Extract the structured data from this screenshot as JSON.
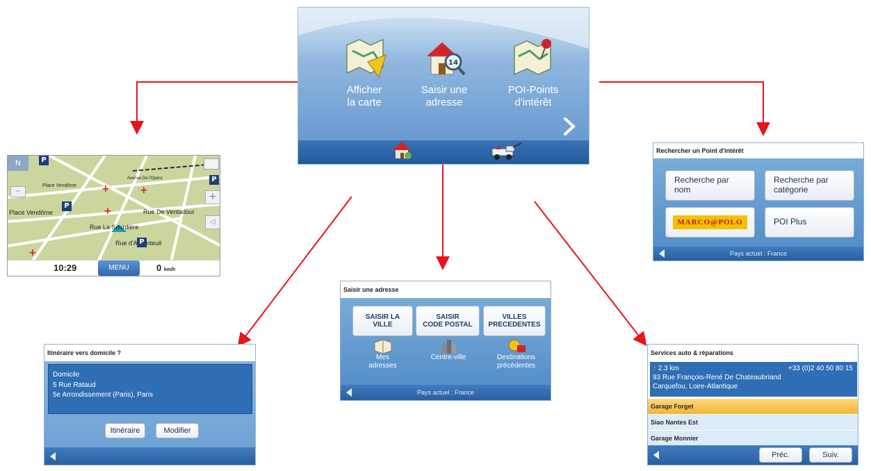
{
  "main_menu": {
    "items": [
      {
        "label_line1": "Afficher",
        "label_line2": "la carte",
        "icon": "map-flag-icon"
      },
      {
        "label_line1": "Saisir une",
        "label_line2": "adresse",
        "icon": "house-search-icon"
      },
      {
        "label_line1": "POI-Points",
        "label_line2": "d'intérêt",
        "icon": "map-pin-icon"
      }
    ],
    "bottom_icons": [
      "home-icon",
      "tow-truck-icon"
    ],
    "next_icon": "chevron-right-icon"
  },
  "map_view": {
    "compass": "N",
    "streets": [
      "Place Vendôme",
      "Place Vendôme",
      "Rue De Ventadour",
      "Rue La Sourdière",
      "Rue d'Argenteuil",
      "Avenue De l'Opéra"
    ],
    "time": "10:29",
    "menu_label": "MENU",
    "speed_value": "0",
    "speed_unit": "km/h"
  },
  "poi_search": {
    "title": "Rechercher un Point d'intérêt",
    "buttons": [
      "Recherche par nom",
      "Recherche par catégorie",
      "MARCO@POLO",
      "POI Plus"
    ],
    "status": "Pays actuel : France",
    "brand_colors": {
      "marco_bg": "#f2c200",
      "marco_text": "#c0161b"
    }
  },
  "address_entry": {
    "title": "Saisir une adresse",
    "buttons": [
      {
        "line1": "SAISIR LA",
        "line2": "VILLE"
      },
      {
        "line1": "SAISIR",
        "line2": "CODE POSTAL"
      },
      {
        "line1": "VILLES",
        "line2": "PRECEDENTES"
      }
    ],
    "icons": [
      {
        "line1": "Mes",
        "line2": "adresses",
        "icon": "address-book-icon"
      },
      {
        "line1": "Centre-ville",
        "line2": "",
        "icon": "city-buildings-icon"
      },
      {
        "line1": "Destinations",
        "line2": "précédentes",
        "icon": "recent-destinations-icon"
      }
    ],
    "status": "Pays actuel : France"
  },
  "home_route": {
    "title": "Itinéraire vers domicile ?",
    "address_lines": [
      "Domicile",
      "5 Rue Rataud",
      "5e Arrondissement (Paris), Paris"
    ],
    "buttons": [
      "Itinéraire",
      "Modifier"
    ]
  },
  "auto_services": {
    "title": "Services auto & réparations",
    "distance": "2.3 km",
    "phone": "+33 (0)2 40 50 80 15",
    "address_line1": "93 Rue François-René De Chateaubriand",
    "address_line2": "Carquefou, Loire-Atlantique",
    "results": [
      "Garage Forget",
      "Siao Nantes Est",
      "Garage Monnier"
    ],
    "buttons": [
      "Préc.",
      "Suiv."
    ]
  }
}
